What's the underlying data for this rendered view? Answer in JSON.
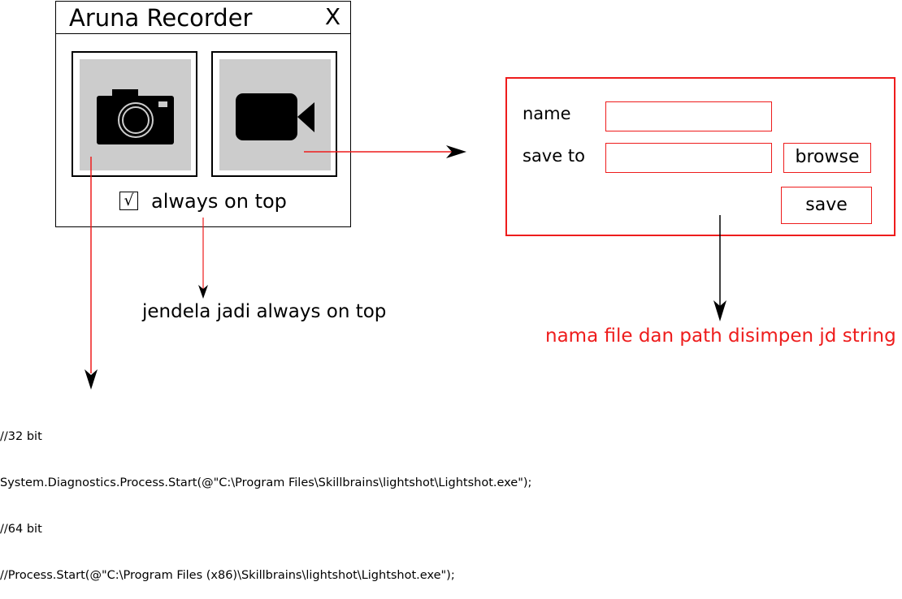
{
  "recorder": {
    "title": "Aruna Recorder",
    "close_label": "X",
    "screenshot_icon": "camera-icon",
    "video_icon": "video-camera-icon",
    "always_on_top": {
      "checked": true,
      "check_glyph": "√",
      "label": "always on top"
    }
  },
  "save_form": {
    "name_label": "name",
    "save_to_label": "save to",
    "browse_label": "browse",
    "save_label": "save"
  },
  "notes": {
    "always_on_top": "jendela jadi always on top",
    "save_form": "nama file dan path disimpen jd string"
  },
  "code": [
    "//32 bit",
    "System.Diagnostics.Process.Start(@\"C:\\Program Files\\Skillbrains\\lightshot\\Lightshot.exe\");",
    "//64 bit",
    "//Process.Start(@\"C:\\Program Files (x86)\\Skillbrains\\lightshot\\Lightshot.exe\");"
  ],
  "colors": {
    "accent_red": "#ee1c1c",
    "tile_gray": "#cccccc"
  }
}
